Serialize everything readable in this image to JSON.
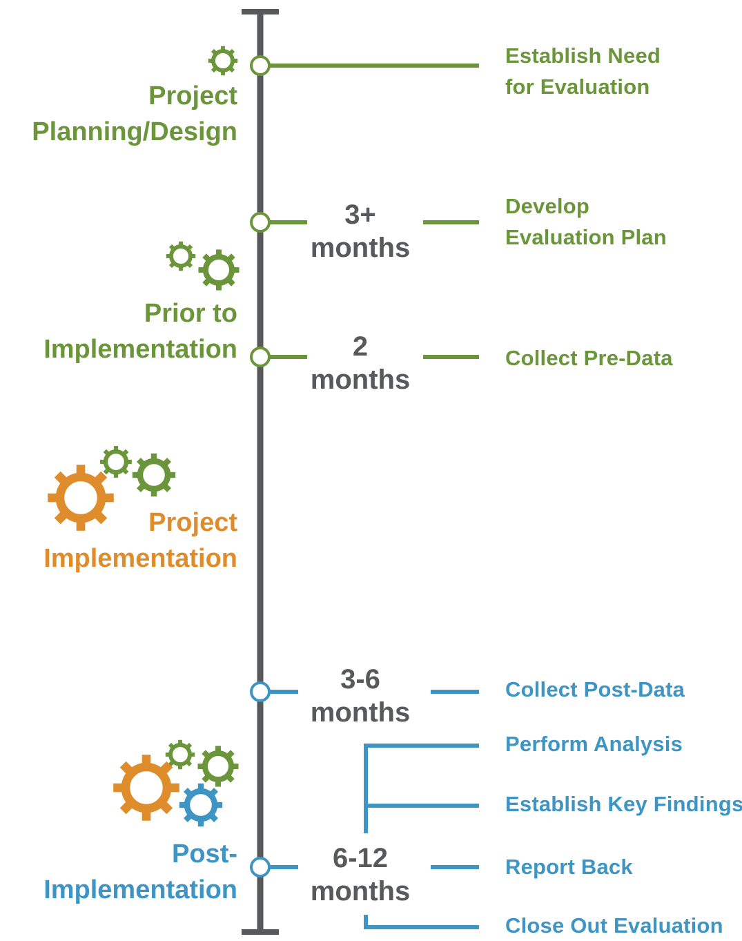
{
  "colors": {
    "green": "#6a953a",
    "orange": "#df8d2c",
    "blue": "#3e95c4",
    "axis": "#58595b"
  },
  "phases": {
    "planning": {
      "line1": "Project",
      "line2": "Planning/Design"
    },
    "prior": {
      "line1": "Prior to",
      "line2": "Implementation"
    },
    "implementation": {
      "line1": "Project",
      "line2": "Implementation"
    },
    "post": {
      "line1": "Post-",
      "line2": "Implementation"
    }
  },
  "durations": {
    "d1": {
      "value": "3+",
      "unit": "months"
    },
    "d2": {
      "value": "2",
      "unit": "months"
    },
    "d3": {
      "value": "3-6",
      "unit": "months"
    },
    "d4": {
      "value": "6-12",
      "unit": "months"
    }
  },
  "tasks": {
    "establish_need": {
      "line1": "Establish Need",
      "line2": "for Evaluation"
    },
    "develop_plan": {
      "line1": "Develop",
      "line2": "Evaluation Plan"
    },
    "collect_pre": "Collect Pre-Data",
    "collect_post": "Collect Post-Data",
    "perform_analysis": "Perform Analysis",
    "key_findings": "Establish Key Findings",
    "report_back": "Report Back",
    "close_out": "Close Out Evaluation"
  },
  "icons": {
    "planning": "single-gear-icon",
    "prior": "two-gears-icon",
    "implementation": "three-gears-icon",
    "post": "four-gears-icon"
  }
}
